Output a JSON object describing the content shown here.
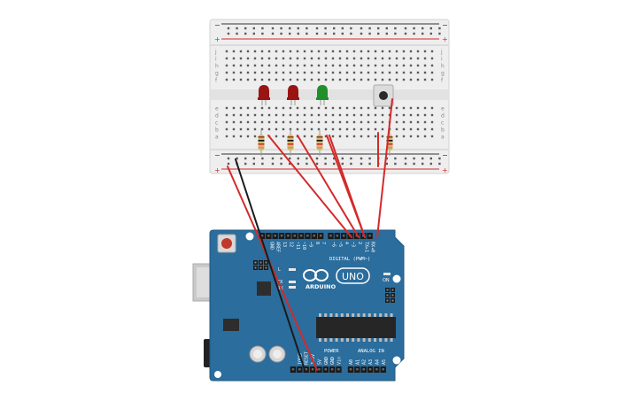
{
  "breadboard": {
    "rail_minus": "−",
    "rail_plus": "+",
    "row_letters_top": [
      "j",
      "i",
      "h",
      "g",
      "f"
    ],
    "row_letters_bottom": [
      "e",
      "d",
      "c",
      "b",
      "a"
    ],
    "column_count": 30,
    "components": [
      {
        "type": "led",
        "color": "#9b1414"
      },
      {
        "type": "led",
        "color": "#9b1414"
      },
      {
        "type": "led",
        "color": "#1f8f2a"
      },
      {
        "type": "pushbutton"
      },
      {
        "type": "resistor"
      },
      {
        "type": "resistor"
      },
      {
        "type": "resistor"
      },
      {
        "type": "resistor"
      }
    ]
  },
  "arduino": {
    "brand": "ARDUINO",
    "model": "UNO",
    "digital_header_label": "DIGITAL (PWM~)",
    "digital_pins": [
      "",
      "GND",
      "AREF",
      "13",
      "12",
      "~11",
      "~10",
      "~9",
      "8",
      "7",
      "~6",
      "~5",
      "4",
      "~3",
      "2",
      "TX▸1",
      "RX◂0"
    ],
    "power_label": "POWER",
    "power_pins": [
      "IOREF",
      "RESET",
      "3.3V",
      "5V",
      "GND",
      "GND",
      "Vin"
    ],
    "analog_label": "ANALOG IN",
    "analog_pins": [
      "A0",
      "A1",
      "A2",
      "A3",
      "A4",
      "A5"
    ],
    "led_labels": [
      "L",
      "TX",
      "RX",
      "ON"
    ],
    "board_color": "#2b6d9c"
  },
  "wires": [
    {
      "color": "#d42a2a"
    },
    {
      "color": "#1b1b1b"
    },
    {
      "color": "#d42a2a"
    },
    {
      "color": "#d42a2a"
    },
    {
      "color": "#d42a2a"
    },
    {
      "color": "#d42a2a"
    },
    {
      "color": "#d42a2a"
    },
    {
      "color": "#d42a2a"
    }
  ]
}
